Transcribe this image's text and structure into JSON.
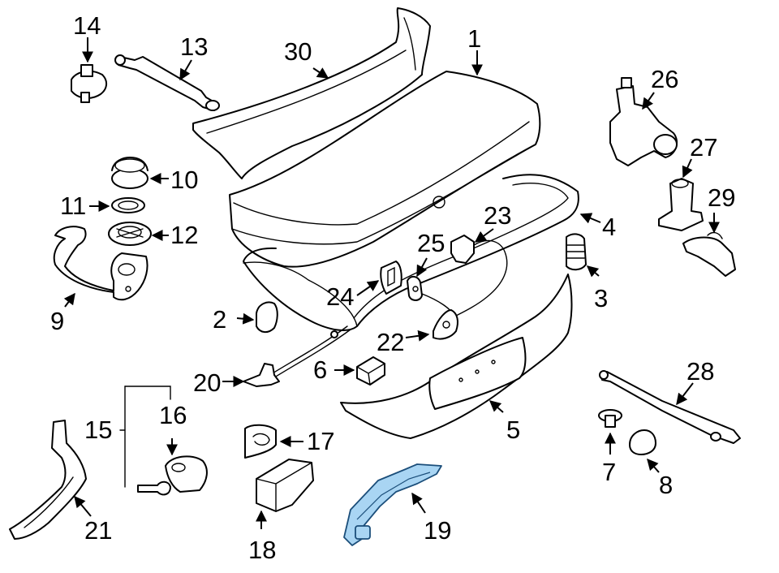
{
  "callouts": [
    {
      "id": "c1",
      "label": "1"
    },
    {
      "id": "c2",
      "label": "2"
    },
    {
      "id": "c3",
      "label": "3"
    },
    {
      "id": "c4",
      "label": "4"
    },
    {
      "id": "c5",
      "label": "5"
    },
    {
      "id": "c6",
      "label": "6"
    },
    {
      "id": "c7",
      "label": "7"
    },
    {
      "id": "c8",
      "label": "8"
    },
    {
      "id": "c9",
      "label": "9"
    },
    {
      "id": "c10",
      "label": "10"
    },
    {
      "id": "c11",
      "label": "11"
    },
    {
      "id": "c12",
      "label": "12"
    },
    {
      "id": "c13",
      "label": "13"
    },
    {
      "id": "c14",
      "label": "14"
    },
    {
      "id": "c15",
      "label": "15"
    },
    {
      "id": "c16",
      "label": "16"
    },
    {
      "id": "c17",
      "label": "17"
    },
    {
      "id": "c18",
      "label": "18"
    },
    {
      "id": "c19",
      "label": "19"
    },
    {
      "id": "c20",
      "label": "20"
    },
    {
      "id": "c21",
      "label": "21"
    },
    {
      "id": "c22",
      "label": "22"
    },
    {
      "id": "c23",
      "label": "23"
    },
    {
      "id": "c24",
      "label": "24"
    },
    {
      "id": "c25",
      "label": "25"
    },
    {
      "id": "c26",
      "label": "26"
    },
    {
      "id": "c27",
      "label": "27"
    },
    {
      "id": "c28",
      "label": "28"
    },
    {
      "id": "c29",
      "label": "29"
    },
    {
      "id": "c30",
      "label": "30"
    }
  ],
  "highlighted_part": "19",
  "colors": {
    "highlight_fill": "#a9d5f3",
    "highlight_stroke": "#1b4e7a",
    "line": "#000000",
    "background": "#ffffff"
  }
}
